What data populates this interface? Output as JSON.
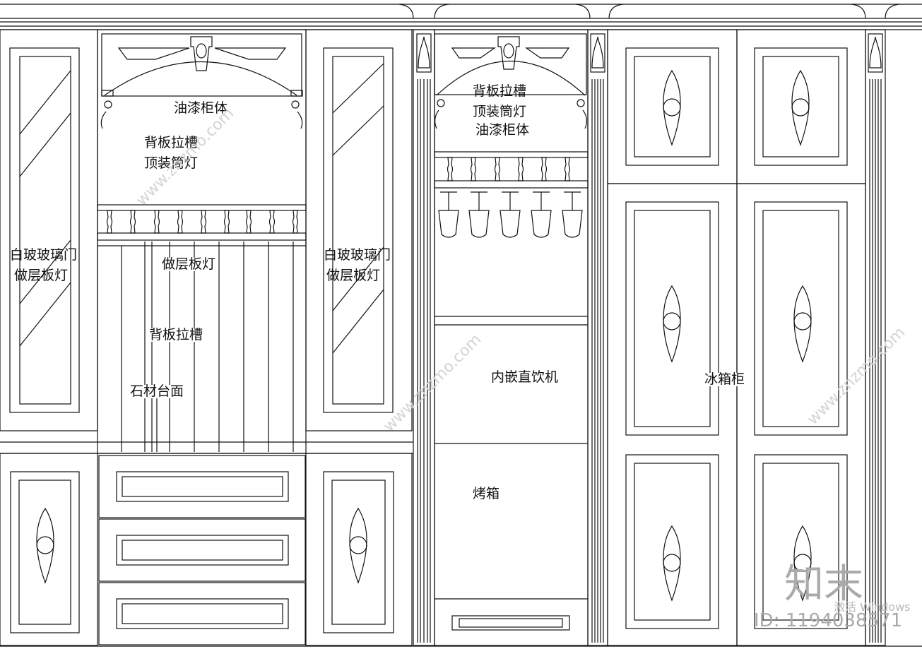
{
  "labels": {
    "paint_body_left": "油漆柜体",
    "back_groove_left": "背板拉槽",
    "top_downlight_left": "顶装筒灯",
    "glass_door_left_1": "白玻玻璃门",
    "glass_door_left_2": "做层板灯",
    "shelf_light_center": "做层板灯",
    "back_groove_center": "背板拉槽",
    "stone_counter": "石材台面",
    "glass_door_right_1": "白玻玻璃门",
    "glass_door_right_2": "做层板灯",
    "back_groove_mid": "背板拉槽",
    "top_downlight_mid": "顶装筒灯",
    "paint_body_mid": "油漆柜体",
    "water_dispenser": "内嵌直饮机",
    "oven": "烤箱",
    "fridge_cabinet": "冰箱柜"
  },
  "watermark": {
    "logo": "知末",
    "id": "ID: 1194038571",
    "site": "www.znzmo.com",
    "os_notice": "激活 Windows"
  },
  "colors": {
    "line": "#111111",
    "background": "#ffffff",
    "watermark": "#bbbbbb"
  }
}
